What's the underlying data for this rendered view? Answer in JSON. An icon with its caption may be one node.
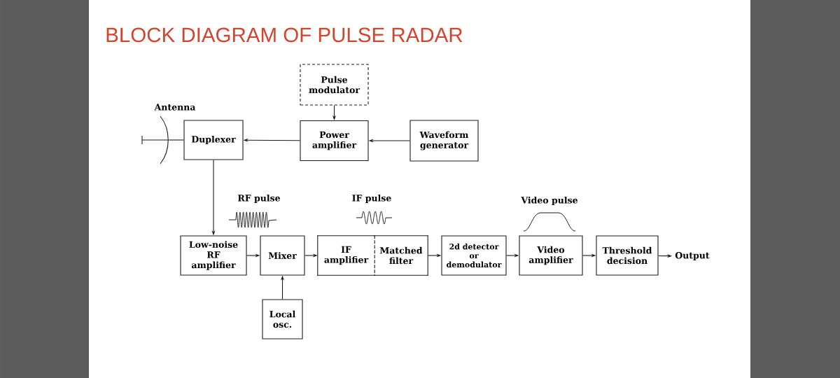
{
  "diagram": {
    "title": "BLOCK DIAGRAM OF PULSE RADAR",
    "nodes": [
      {
        "text": [
          "Pulse modulator"
        ]
      },
      {
        "text": [
          "Antenna"
        ]
      },
      {
        "text": [
          "Duplexer"
        ]
      },
      {
        "text": [
          "Power amplifier"
        ]
      },
      {
        "text": [
          "Waveform generator"
        ]
      },
      {
        "text": [
          "Low-noise RF amplifier"
        ]
      },
      {
        "text": [
          "Mixer"
        ]
      },
      {
        "text": [
          "IF amplifier"
        ]
      },
      {
        "text": [
          "Matched filter"
        ]
      },
      {
        "text": [
          "2d detector or demodulator"
        ]
      },
      {
        "text": [
          "Video amplifier"
        ]
      },
      {
        "text": [
          "Threshold decision"
        ]
      },
      {
        "text": [
          "Output"
        ]
      },
      {
        "text": [
          "Local osc."
        ]
      }
    ],
    "edges": [
      {
        "from": 1,
        "to": 2,
        "arrow": "none"
      },
      {
        "from": 3,
        "to": 2,
        "arrow": "to"
      },
      {
        "from": 4,
        "to": 3,
        "arrow": "to"
      },
      {
        "from": 0,
        "to": 3,
        "arrow": "to"
      },
      {
        "from": 2,
        "to": 5,
        "arrow": "to"
      },
      {
        "from": 5,
        "to": 6,
        "arrow": "to"
      },
      {
        "from": 13,
        "to": 6,
        "arrow": "to"
      },
      {
        "from": 6,
        "to": 7,
        "arrow": "to"
      },
      {
        "from": 8,
        "to": 9,
        "arrow": "to"
      },
      {
        "from": 9,
        "to": 10,
        "arrow": "to"
      },
      {
        "from": 10,
        "to": 11,
        "arrow": "to"
      },
      {
        "from": 11,
        "to": 12,
        "arrow": "to"
      }
    ],
    "labels": [
      "RF pulse",
      "IF pulse",
      "Video pulse"
    ]
  }
}
